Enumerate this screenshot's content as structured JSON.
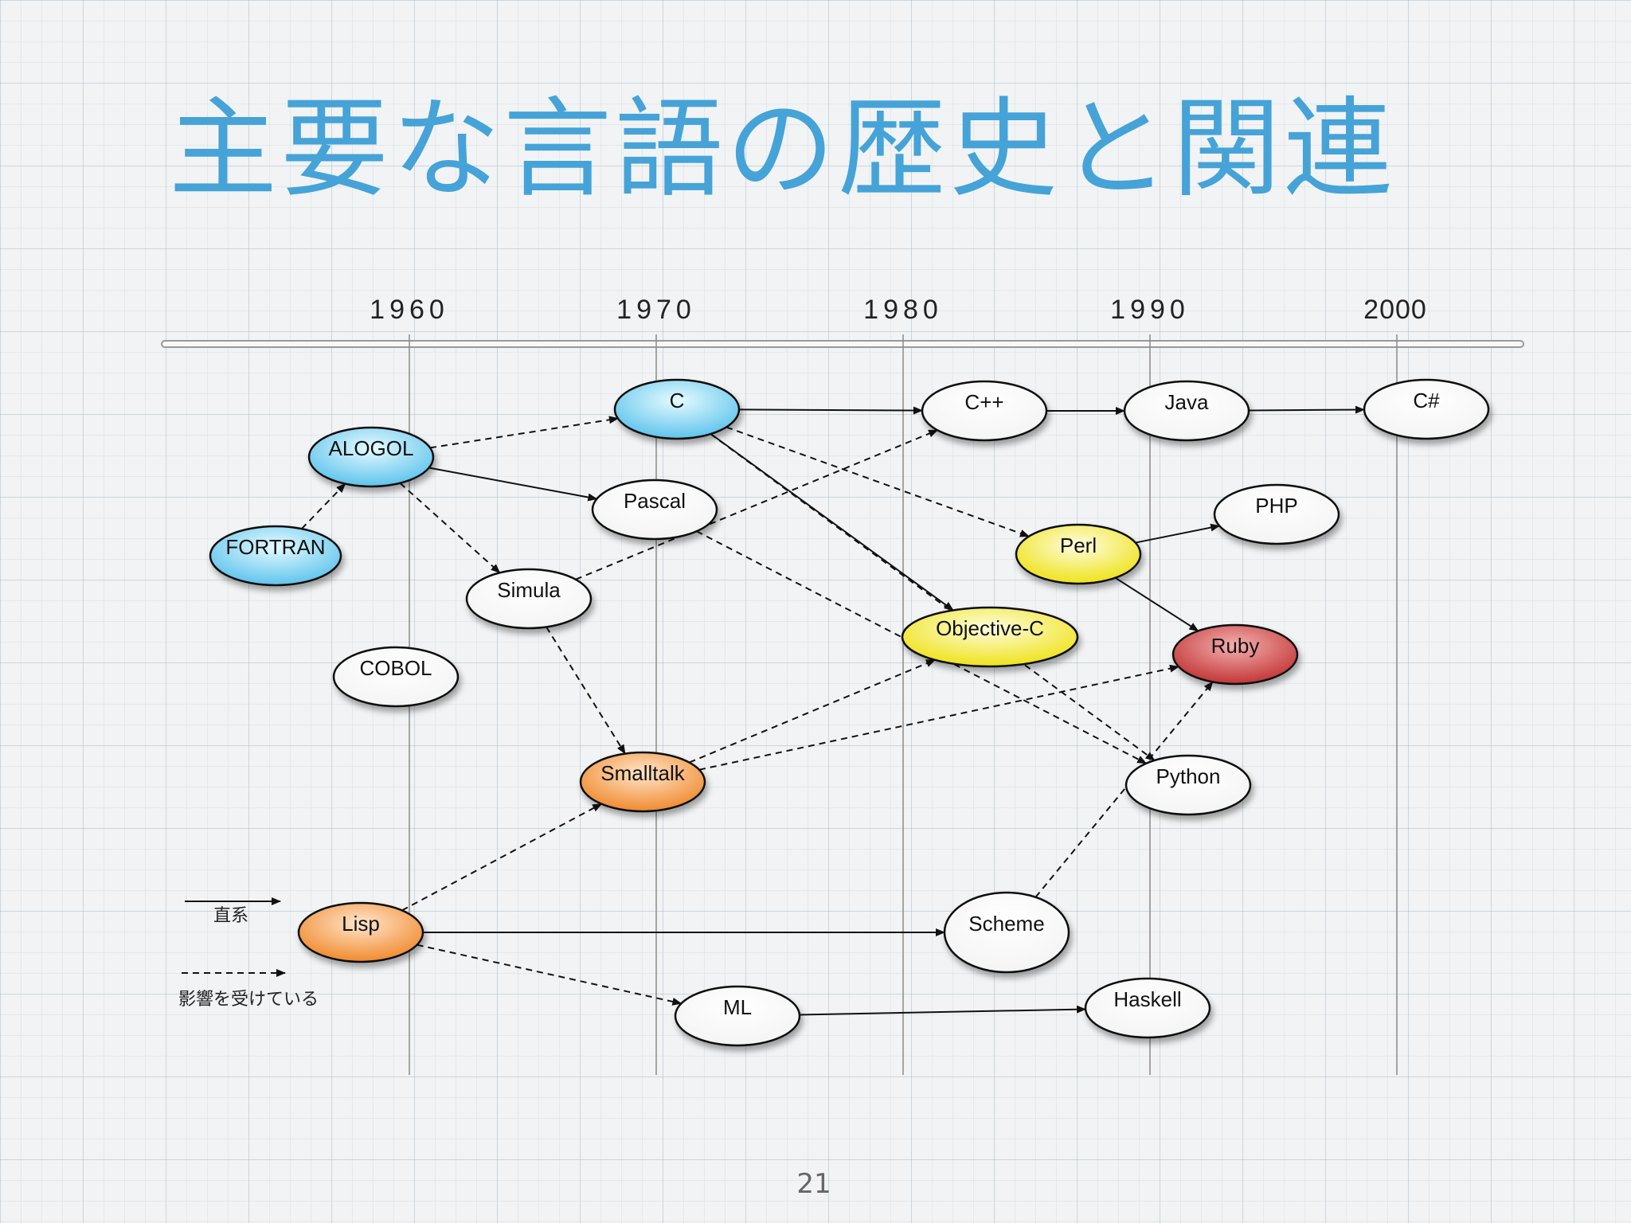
{
  "title": "主要な言語の歴史と関連",
  "timeline": {
    "years": [
      "1960",
      "1970",
      "1980",
      "1990",
      "2000"
    ]
  },
  "colors": {
    "title": "#45a3d8",
    "blue": "#7fd4f5",
    "yellow": "#f5f04a",
    "orange": "#f7a65a",
    "red": "#d44a4a",
    "white": "#ffffff"
  },
  "nodes": [
    {
      "id": "fortran",
      "label": "FORTRAN",
      "color": "blue"
    },
    {
      "id": "alogol",
      "label": "ALOGOL",
      "color": "blue"
    },
    {
      "id": "cobol",
      "label": "COBOL",
      "color": "white"
    },
    {
      "id": "lisp",
      "label": "Lisp",
      "color": "orange"
    },
    {
      "id": "c",
      "label": "C",
      "color": "blue"
    },
    {
      "id": "pascal",
      "label": "Pascal",
      "color": "white"
    },
    {
      "id": "simula",
      "label": "Simula",
      "color": "white"
    },
    {
      "id": "smalltalk",
      "label": "Smalltalk",
      "color": "orange"
    },
    {
      "id": "ml",
      "label": "ML",
      "color": "white"
    },
    {
      "id": "cpp",
      "label": "C++",
      "color": "white"
    },
    {
      "id": "objc",
      "label": "Objective-C",
      "color": "yellow"
    },
    {
      "id": "perl",
      "label": "Perl",
      "color": "yellow"
    },
    {
      "id": "scheme",
      "label": "Scheme",
      "color": "white"
    },
    {
      "id": "java",
      "label": "Java",
      "color": "white"
    },
    {
      "id": "php",
      "label": "PHP",
      "color": "white"
    },
    {
      "id": "ruby",
      "label": "Ruby",
      "color": "red"
    },
    {
      "id": "python",
      "label": "Python",
      "color": "white"
    },
    {
      "id": "haskell",
      "label": "Haskell",
      "color": "white"
    },
    {
      "id": "csharp",
      "label": "C#",
      "color": "white"
    }
  ],
  "edges": [
    {
      "from": "fortran",
      "to": "alogol",
      "style": "dashed"
    },
    {
      "from": "alogol",
      "to": "c",
      "style": "dashed"
    },
    {
      "from": "alogol",
      "to": "pascal",
      "style": "solid"
    },
    {
      "from": "alogol",
      "to": "simula",
      "style": "dashed"
    },
    {
      "from": "c",
      "to": "cpp",
      "style": "solid"
    },
    {
      "from": "c",
      "to": "perl",
      "style": "dashed"
    },
    {
      "from": "c",
      "to": "objc",
      "style": "solid"
    },
    {
      "from": "c",
      "to": "python",
      "style": "dashed"
    },
    {
      "from": "cpp",
      "to": "java",
      "style": "solid"
    },
    {
      "from": "java",
      "to": "csharp",
      "style": "solid"
    },
    {
      "from": "simula",
      "to": "cpp",
      "style": "dashed"
    },
    {
      "from": "simula",
      "to": "smalltalk",
      "style": "dashed"
    },
    {
      "from": "pascal",
      "to": "python",
      "style": "dashed"
    },
    {
      "from": "perl",
      "to": "php",
      "style": "solid"
    },
    {
      "from": "perl",
      "to": "ruby",
      "style": "solid"
    },
    {
      "from": "smalltalk",
      "to": "objc",
      "style": "dashed"
    },
    {
      "from": "smalltalk",
      "to": "ruby",
      "style": "dashed"
    },
    {
      "from": "lisp",
      "to": "smalltalk",
      "style": "dashed"
    },
    {
      "from": "lisp",
      "to": "scheme",
      "style": "solid"
    },
    {
      "from": "lisp",
      "to": "ml",
      "style": "dashed"
    },
    {
      "from": "ml",
      "to": "haskell",
      "style": "solid"
    },
    {
      "from": "scheme",
      "to": "ruby",
      "style": "dashed"
    }
  ],
  "legend": {
    "direct": "直系",
    "influenced": "影響を受けている"
  },
  "page_number": "21"
}
